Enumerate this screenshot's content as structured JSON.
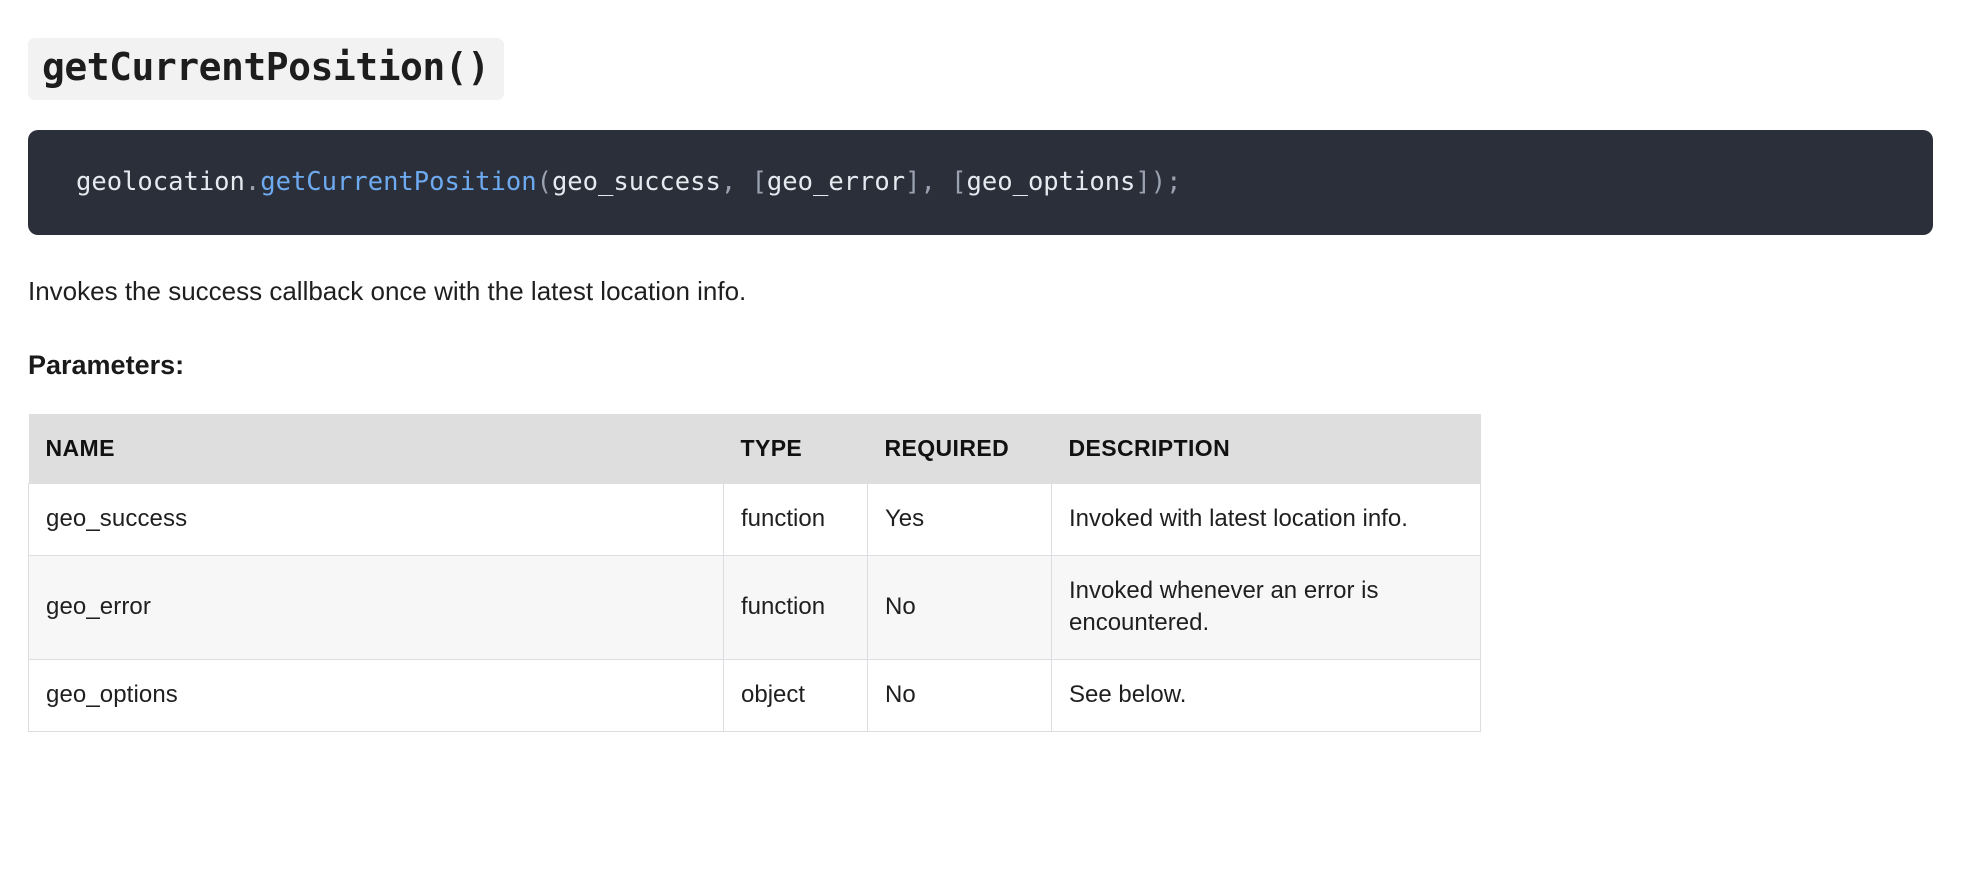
{
  "heading": {
    "title": "getCurrentPosition()"
  },
  "code_block": {
    "background_color": "#2b2f39",
    "full_text": "geolocation.getCurrentPosition(geo_success, [geo_error], [geo_options]);",
    "tokens": {
      "object": "geolocation",
      "dot": ".",
      "method": "getCurrentPosition",
      "open_paren": "(",
      "arg1": "geo_success",
      "comma1": ", ",
      "open_bracket1": "[",
      "arg2": "geo_error",
      "close_bracket1": "]",
      "comma2": ", ",
      "open_bracket2": "[",
      "arg3": "geo_options",
      "close_bracket2": "]",
      "close_paren": ")",
      "semicolon": ";"
    },
    "colors": {
      "plain": "#e6e9ef",
      "punctuation": "#9aa2b1",
      "function": "#6eaaf0"
    }
  },
  "description": {
    "text": "Invokes the success callback once with the latest location info."
  },
  "parameters_section": {
    "heading": "Parameters:"
  },
  "table": {
    "headers": {
      "name": "NAME",
      "type": "TYPE",
      "required": "REQUIRED",
      "description": "DESCRIPTION"
    },
    "rows": [
      {
        "name": "geo_success",
        "type": "function",
        "required": "Yes",
        "description": "Invoked with latest location info."
      },
      {
        "name": "geo_error",
        "type": "function",
        "required": "No",
        "description": "Invoked whenever an error is encountered."
      },
      {
        "name": "geo_options",
        "type": "object",
        "required": "No",
        "description": "See below."
      }
    ],
    "colors": {
      "header_background": "#dedede",
      "row_stripe": "#f7f7f7",
      "border": "#dcdde0"
    }
  }
}
